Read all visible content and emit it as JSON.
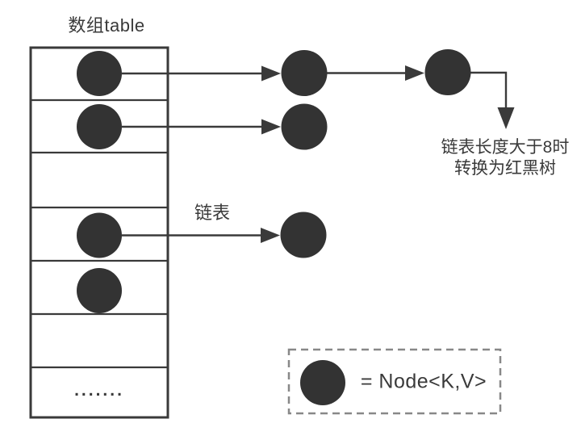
{
  "title": "数组table",
  "labels": {
    "linked_list": "链表",
    "treeify_note_line1": "链表长度大于8时",
    "treeify_note_line2": "转换为红黑树",
    "ellipsis": "......."
  },
  "legend": {
    "text": "= Node<K,V>"
  },
  "colors": {
    "node": "#333333",
    "line": "#3a3a3a",
    "text": "#3a3a3a",
    "legend_border": "#888888",
    "background": "#ffffff"
  },
  "structure": {
    "bucket_count": 7,
    "buckets": [
      {
        "index": 0,
        "has_node": true,
        "chain_extra_nodes": 2,
        "treeify_hint": true
      },
      {
        "index": 1,
        "has_node": true,
        "chain_extra_nodes": 1
      },
      {
        "index": 2,
        "has_node": false
      },
      {
        "index": 3,
        "has_node": true,
        "chain_extra_nodes": 1,
        "label": "链表"
      },
      {
        "index": 4,
        "has_node": true,
        "chain_extra_nodes": 0
      },
      {
        "index": 5,
        "has_node": false
      },
      {
        "index": 6,
        "has_node": false,
        "ellipsis": true
      }
    ]
  }
}
